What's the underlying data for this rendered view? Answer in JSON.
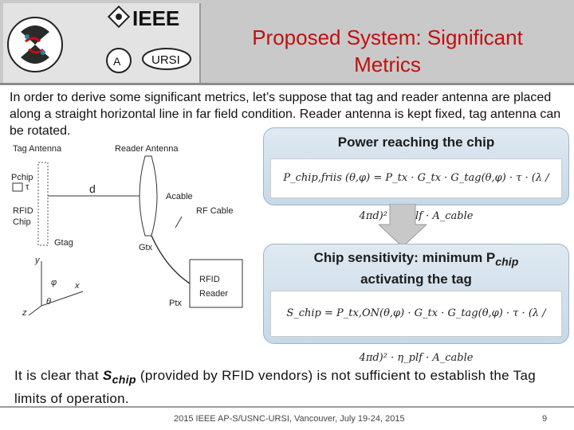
{
  "header": {
    "logo_text": "IEEE",
    "ursi_text": "URSI",
    "title_line1": "Proposed System: Significant",
    "title_line2": "Metrics"
  },
  "intro": "In order to derive some significant metrics, let’s suppose that tag and reader antenna are placed along a straight horizontal line in far field condition. Reader antenna is kept fixed, tag antenna can be rotated.",
  "box1": {
    "heading": "Power reaching the chip",
    "formula": "P_chip,friis (θ,φ) = P_tx · G_tx · G_tag(θ,φ) · τ · (λ / 4πd)² · η_plf · A_cable"
  },
  "box2": {
    "heading_line1": "Chip sensitivity: minimum P",
    "heading_sub": "chip",
    "heading_line2": "activating the tag",
    "formula": "S_chip = P_tx,ON(θ,φ) · G_tx · G_tag(θ,φ) · τ · (λ / 4πd)² · η_plf · A_cable"
  },
  "diagram": {
    "tag_antenna": "Tag Antenna",
    "reader_antenna": "Reader Antenna",
    "pchip": "Pchip",
    "tau": "τ",
    "d": "d",
    "rfid_chip_1": "RFID",
    "rfid_chip_2": "Chip",
    "gtag": "Gtag",
    "acable": "Acable",
    "rf_cable": "RF Cable",
    "gtx": "Gtx",
    "rfid_reader_1": "RFID",
    "rfid_reader_2": "Reader",
    "ptx": "Ptx",
    "axis_y": "y",
    "axis_x": "x",
    "axis_z": "z",
    "phi": "φ",
    "theta": "θ"
  },
  "conclusion": {
    "pre": "It is clear that ",
    "s": "S",
    "sub": "chip",
    "post": " (provided by RFID vendors) is not sufficient to establish the Tag limits of operation."
  },
  "footer": {
    "text": "2015 IEEE AP-S/USNC-URSI, Vancouver, July 19-24, 2015",
    "page": "9"
  },
  "colors": {
    "title": "#c01010",
    "box_fill": "#cfdeea",
    "arrow": "#c0c0c0"
  }
}
